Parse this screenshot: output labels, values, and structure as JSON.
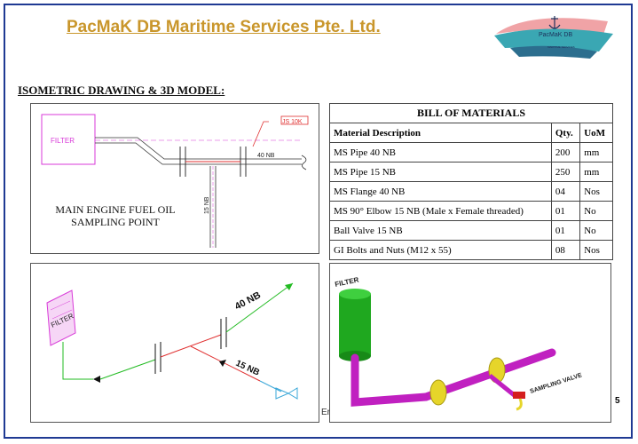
{
  "header": {
    "company_name": "PacMaK DB Maritime Services Pte. Ltd.",
    "logo_text": "PacMaK DB",
    "logo_subtext": "MARITIME SERVICES"
  },
  "section_title": "ISOMETRIC DRAWING & 3D MODEL:",
  "drawing": {
    "filter_label": "FILTER",
    "js_label": "JS 10K",
    "pipe_40": "40 NB",
    "pipe_15": "15 NB",
    "caption_line1": "MAIN ENGINE FUEL OIL",
    "caption_line2": "SAMPLING POINT"
  },
  "bom": {
    "title": "BILL OF MATERIALS",
    "headers": [
      "Material Description",
      "Qty.",
      "UoM"
    ],
    "rows": [
      [
        "MS Pipe 40 NB",
        "200",
        "mm"
      ],
      [
        "MS Pipe 15 NB",
        "250",
        "mm"
      ],
      [
        "MS Flange 40 NB",
        "04",
        "Nos"
      ],
      [
        "MS 90° Elbow 15 NB (Male x Female threaded)",
        "01",
        "No"
      ],
      [
        "Ball Valve 15 NB",
        "01",
        "No"
      ],
      [
        "GI Bolts and Nuts (M12 x 55)",
        "08",
        "Nos"
      ]
    ]
  },
  "isometric": {
    "filter_label": "FILTER",
    "pipe_40": "40 NB",
    "pipe_15": "15 NB"
  },
  "model3d": {
    "filter_label": "FILTER",
    "valve_label": "SAMPLING VALVE"
  },
  "footer": {
    "page_number": "5",
    "truncated_text": "Er"
  }
}
